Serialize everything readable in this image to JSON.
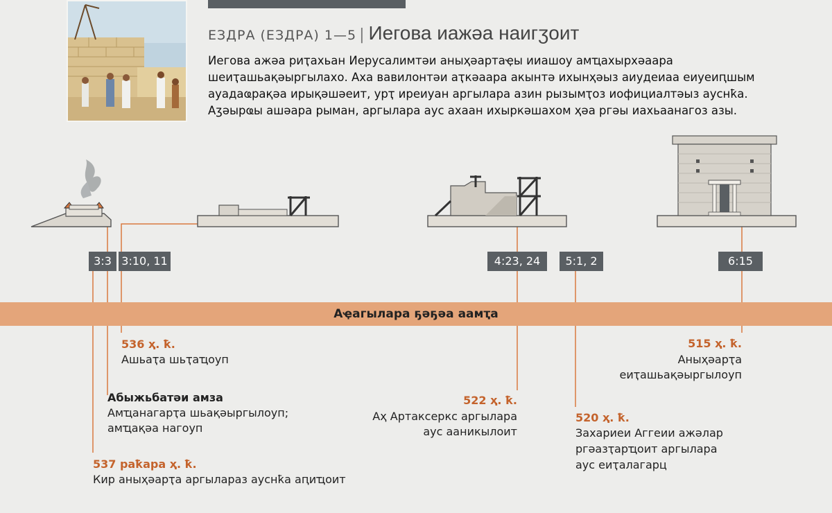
{
  "header": {
    "book": "ЕЗДРА (ЕЗДРА) 1—5",
    "separator": "|",
    "title": "Иегова иажәа наигӡоит"
  },
  "intro": {
    "lines": [
      "Иегова ажәа риҭахьан Иерусалимтәи аныҳәартаҿы ииашоу амҵахырхәаара",
      "шеиҭашьақәыргылахо. Аха вавилонтәи аҭкәаара акынтә ихынҳәыз аиудеиаа еиуеиԥшым",
      "ауадаҩрақәа ирықәшәеит, урҭ иреиуан аргылара азин рызымҭоз иофициалтәыз ауснҟа.",
      "Аӡәырҩы ашәара рыман, аргылара аус ахаан ихыркәшахом ҳәа ргәы иахьаанагоз азы."
    ]
  },
  "band": {
    "label": "Аҿагылара ҕәҕәа аамҭа"
  },
  "refs": [
    "3:3",
    "3:10, 11",
    "4:23, 24",
    "5:1, 2",
    "6:15"
  ],
  "events": {
    "e536": {
      "date": "536 ҳ. ҟ.",
      "text": "Ашьаҭа шьҭаҵоуп"
    },
    "altar": {
      "title": "Абыжьбатәи амза",
      "line1": "Амҵанагарҭа шьақәыргылоуп;",
      "line2": "амҵақәа нагоуп"
    },
    "e537": {
      "date": "537 раҟара ҳ. ҟ.",
      "text": "Кир аныҳәарҭа аргылараз ауснҟа аԥиҵоит"
    },
    "e522": {
      "date": "522 ҳ. ҟ.",
      "line1": "Аҳ Артаксеркс аргылара",
      "line2": "аус ааникылоит"
    },
    "e520": {
      "date": "520 ҳ. ҟ.",
      "line1": "Захариеи Аггеии ажәлар",
      "line2": "ргәазҭарҵоит аргылара",
      "line3": "аус еиҭалагарц"
    },
    "e515": {
      "date": "515 ҳ. ҟ.",
      "line1": "Аныҳәарҭа",
      "line2": "еиҭашьақәыргылоуп"
    }
  },
  "colors": {
    "band": "#e4a57a",
    "accent": "#c4632c",
    "tag": "#5a5f63",
    "background": "#ededeb"
  }
}
